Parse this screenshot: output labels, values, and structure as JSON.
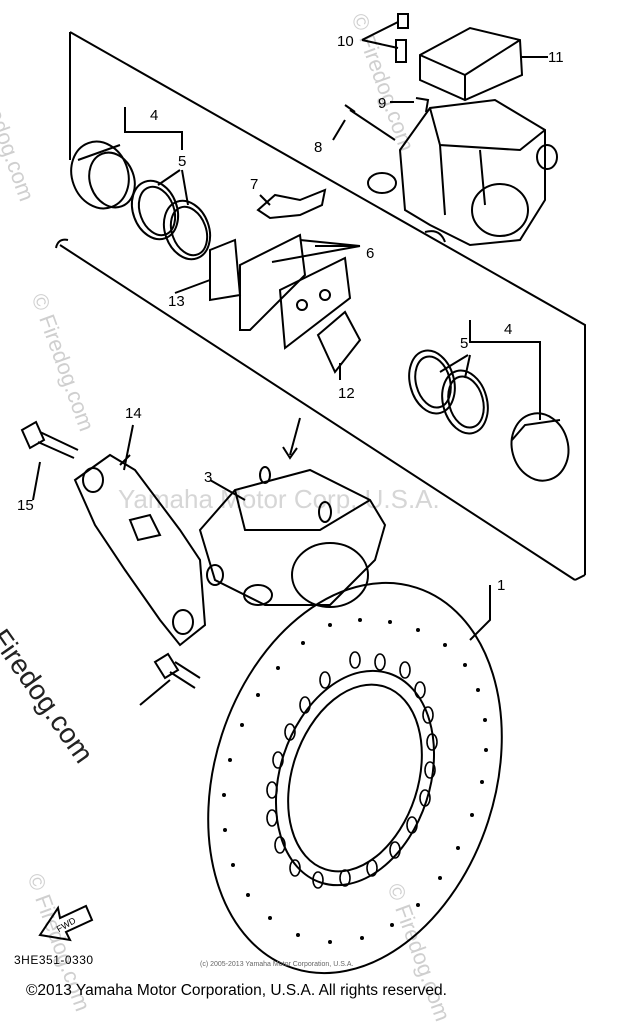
{
  "watermarks": {
    "site": "© Firedog.com",
    "company": "Yamaha Motor Corp, U.S.A."
  },
  "callouts": {
    "c1": "1",
    "c3": "3",
    "c4a": "4",
    "c4b": "4",
    "c5a": "5",
    "c5b": "5",
    "c6": "6",
    "c7": "7",
    "c8": "8",
    "c9": "9",
    "c10": "10",
    "c11": "11",
    "c12": "12",
    "c13": "13",
    "c14": "14",
    "c15": "15"
  },
  "fwd_label": "FWD",
  "diagram_code": "3HE351-0330",
  "small_copyright": "(c) 2005-2013 Yamaha Motor Corporation, U.S.A.",
  "footer_copyright": "©2013 Yamaha Motor Corporation, U.S.A. All rights reserved."
}
